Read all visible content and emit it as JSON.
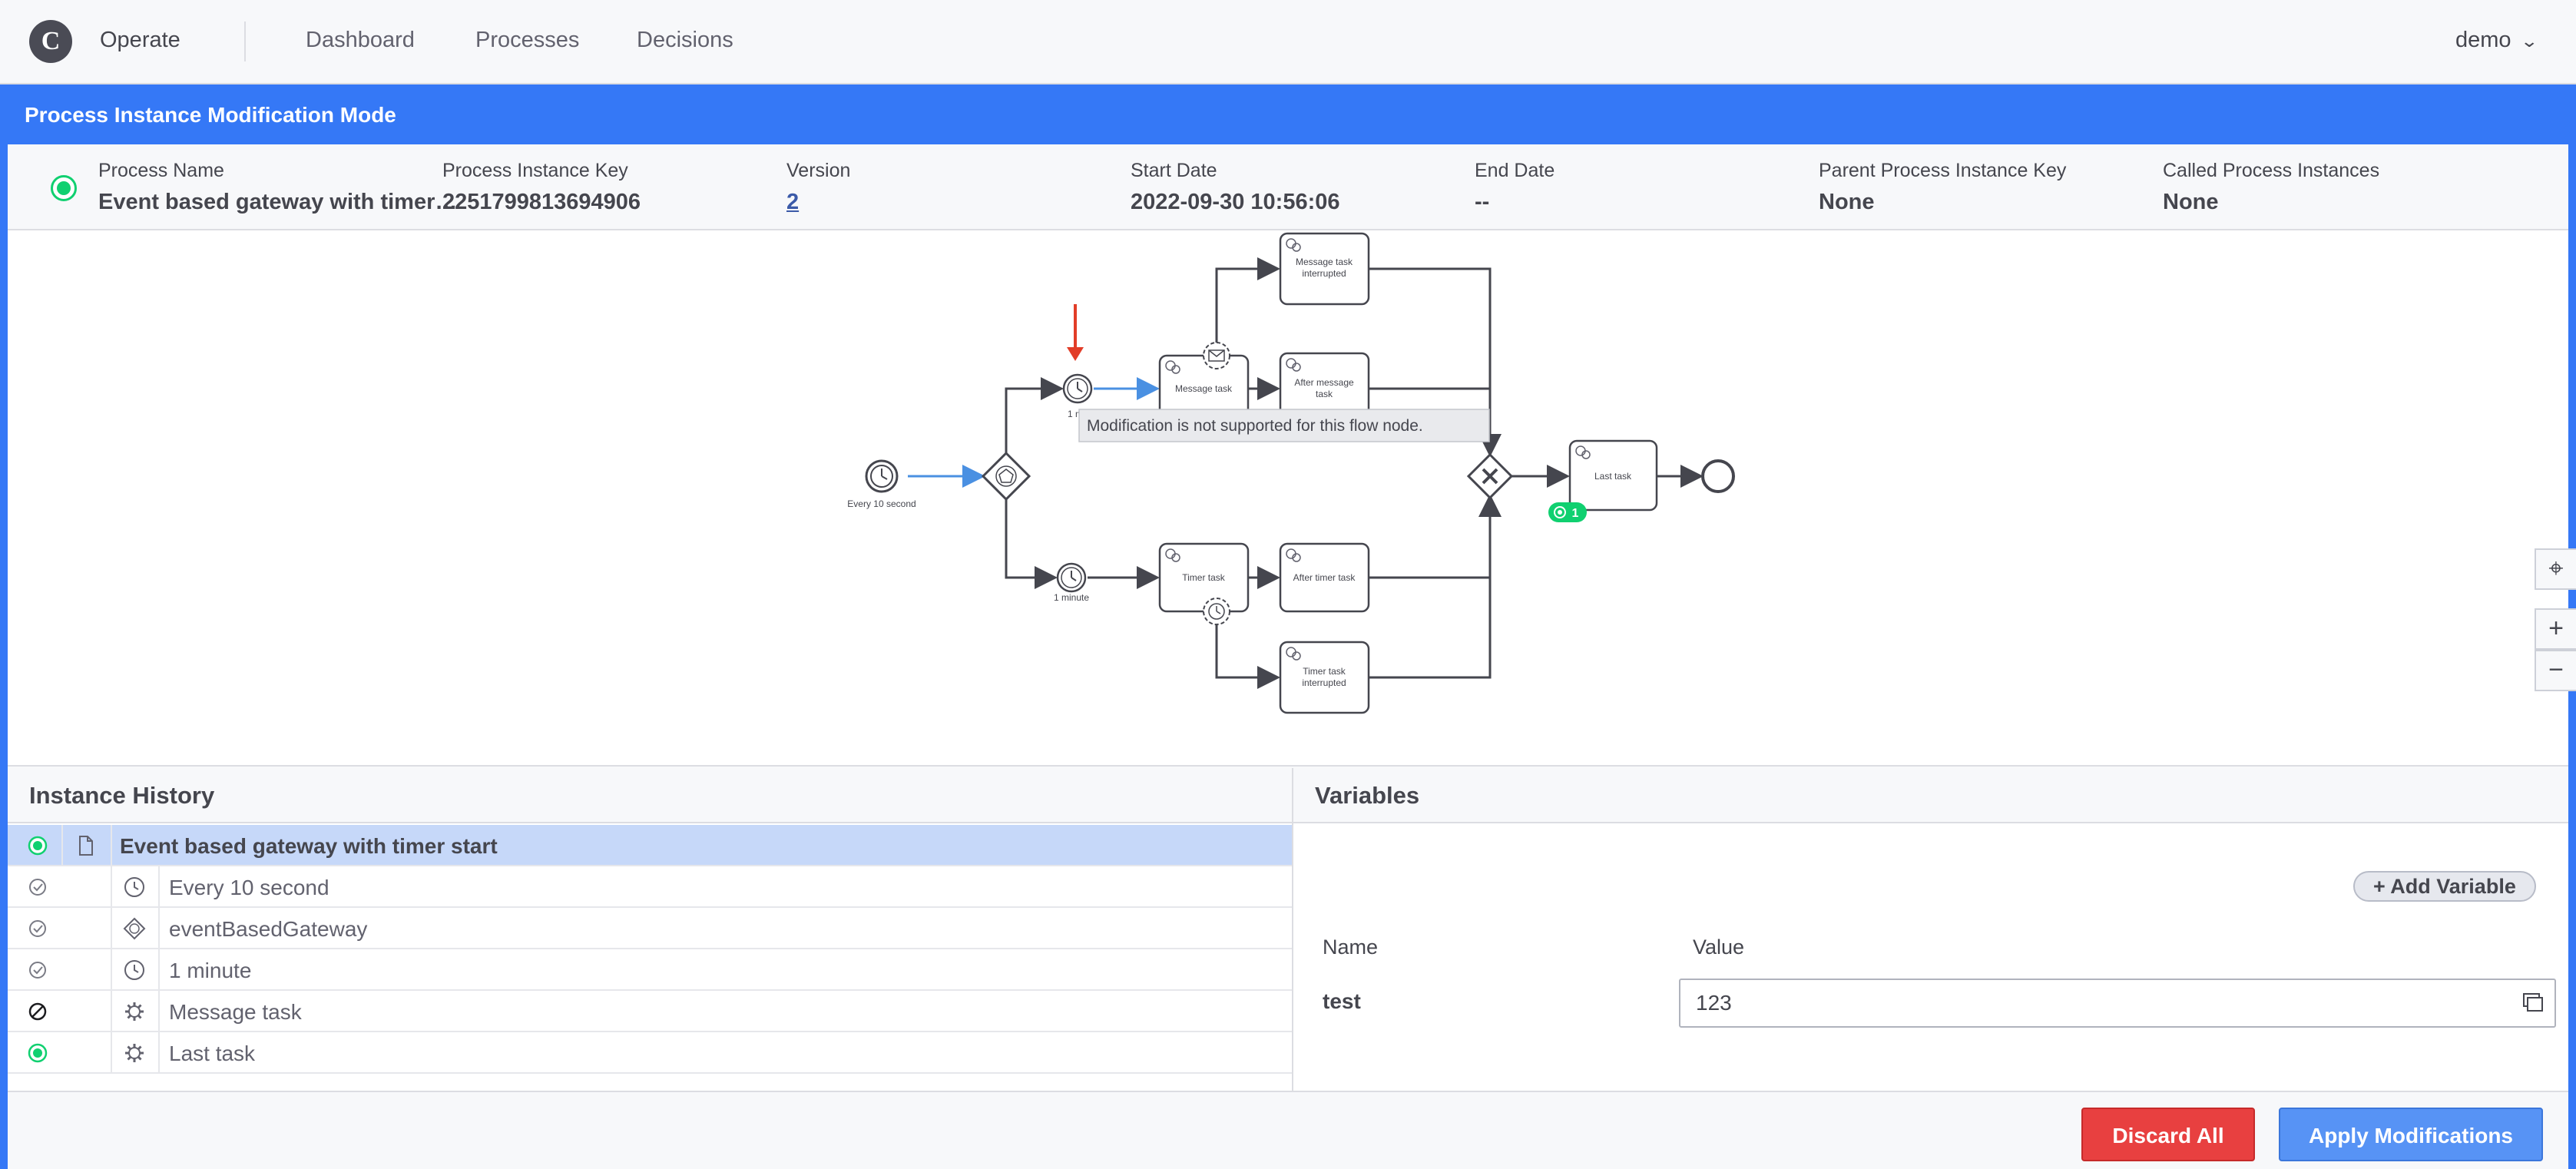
{
  "nav": {
    "logo_letter": "C",
    "brand": "Operate",
    "links": [
      "Dashboard",
      "Processes",
      "Decisions"
    ],
    "user": "demo"
  },
  "banner": {
    "title": "Process Instance Modification Mode"
  },
  "header": {
    "process_name_label": "Process Name",
    "process_name": "Event based gateway with timer…",
    "instance_key_label": "Process Instance Key",
    "instance_key": "2251799813694906",
    "version_label": "Version",
    "version": "2",
    "start_date_label": "Start Date",
    "start_date": "2022-09-30 10:56:06",
    "end_date_label": "End Date",
    "end_date": "--",
    "parent_label": "Parent Process Instance Key",
    "parent": "None",
    "called_label": "Called Process Instances",
    "called": "None"
  },
  "diagram": {
    "nodes": {
      "start_label": "Every 10 second",
      "timer_top_label": "1 m",
      "timer_bottom_label": "1 minute",
      "message_task": "Message task",
      "message_interrupted_1": "Message task",
      "message_interrupted_2": "interrupted",
      "after_message_1": "After message",
      "after_message_2": "task",
      "timer_task": "Timer task",
      "after_timer": "After timer task",
      "timer_interrupted_1": "Timer task",
      "timer_interrupted_2": "interrupted",
      "last_task": "Last task",
      "badge_count": "1"
    },
    "tooltip": "Modification is not supported for this flow node.",
    "colors": {
      "arrow": "#e23d28",
      "flow_active": "#4a90e2",
      "badge": "#10d070"
    }
  },
  "history": {
    "title": "Instance History",
    "rows": [
      {
        "label": "Event based gateway with timer start",
        "state": "active",
        "icon": "document-icon"
      },
      {
        "label": "Every 10 second",
        "state": "completed",
        "icon": "timer-icon"
      },
      {
        "label": "eventBasedGateway",
        "state": "completed",
        "icon": "gateway-icon"
      },
      {
        "label": "1 minute",
        "state": "completed",
        "icon": "timer-icon"
      },
      {
        "label": "Message task",
        "state": "canceled",
        "icon": "gear-icon"
      },
      {
        "label": "Last task",
        "state": "active",
        "icon": "gear-icon"
      }
    ]
  },
  "variables": {
    "title": "Variables",
    "add_label": "Add Variable",
    "col_name": "Name",
    "col_value": "Value",
    "items": [
      {
        "name": "test",
        "value": "123"
      }
    ]
  },
  "footer": {
    "discard": "Discard All",
    "apply": "Apply Modifications"
  }
}
